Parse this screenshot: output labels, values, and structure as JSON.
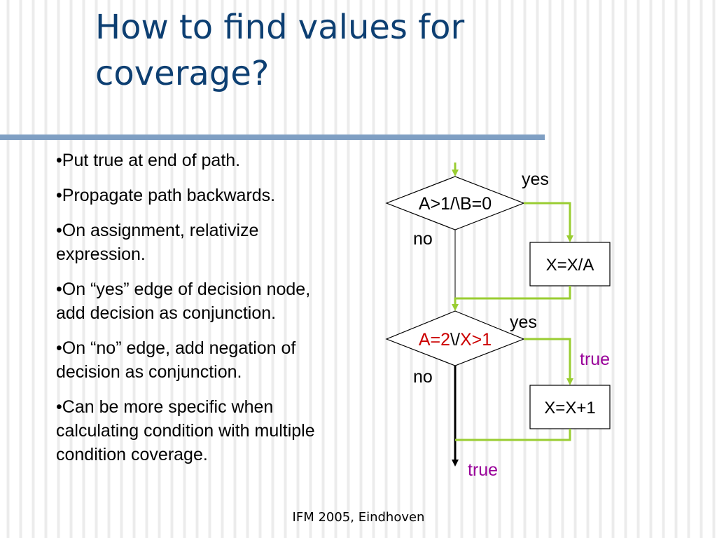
{
  "slide": {
    "title_line1": "How to find values for",
    "title_line2": "coverage?",
    "bullets": [
      "Put true at end of path.",
      "Propagate path backwards.",
      "On assignment, relativize expression.",
      "On “yes” edge of decision node, add decision as conjunction.",
      "On “no” edge, add negation of decision as conjunction.",
      "Can be more specific when calculating condition with multiple condition coverage."
    ],
    "footer": "IFM 2005, Eindhoven"
  },
  "diagram": {
    "decision1": {
      "label": "A>1/\\B=0",
      "yes_label": "yes",
      "no_label": "no"
    },
    "assign1": {
      "label": "X=X/A"
    },
    "decision2": {
      "part_a": "A=2",
      "op": "\\/",
      "part_b": "X>1",
      "yes_label": "yes",
      "no_label": "no",
      "true_label": "true"
    },
    "assign2": {
      "label": "X=X+1"
    },
    "end_true_label": "true"
  },
  "colors": {
    "title": "#0d3f72",
    "rule": "#7f9fc3",
    "path_edge": "#9acd32",
    "highlight_text": "#cc0000",
    "annotation_true": "#990099"
  }
}
